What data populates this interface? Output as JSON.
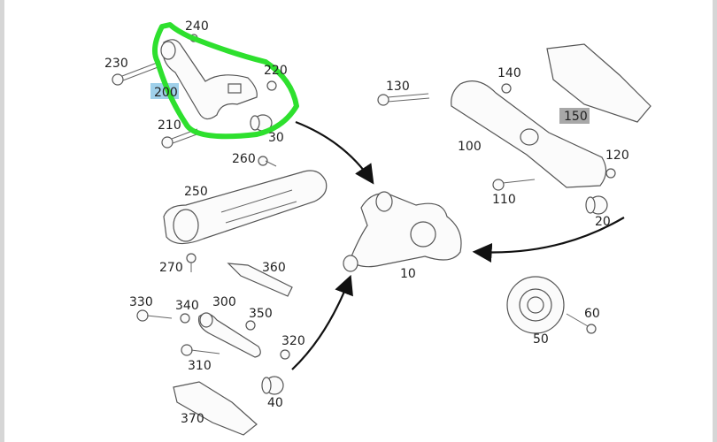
{
  "diagram": {
    "highlight_color": "#2ee02e",
    "callouts": [
      {
        "id": "240",
        "text": "240"
      },
      {
        "id": "230",
        "text": "230"
      },
      {
        "id": "200",
        "text": "200",
        "highlight": "#9fd0ea"
      },
      {
        "id": "220",
        "text": "220"
      },
      {
        "id": "210",
        "text": "210"
      },
      {
        "id": "30",
        "text": "30"
      },
      {
        "id": "260",
        "text": "260"
      },
      {
        "id": "250",
        "text": "250"
      },
      {
        "id": "270",
        "text": "270"
      },
      {
        "id": "360",
        "text": "360"
      },
      {
        "id": "330",
        "text": "330"
      },
      {
        "id": "340",
        "text": "340"
      },
      {
        "id": "300",
        "text": "300"
      },
      {
        "id": "350",
        "text": "350"
      },
      {
        "id": "320",
        "text": "320"
      },
      {
        "id": "310",
        "text": "310"
      },
      {
        "id": "370",
        "text": "370"
      },
      {
        "id": "40",
        "text": "40"
      },
      {
        "id": "10",
        "text": "10"
      },
      {
        "id": "130",
        "text": "130"
      },
      {
        "id": "140",
        "text": "140"
      },
      {
        "id": "150",
        "text": "150",
        "highlight": "#a8a8a8"
      },
      {
        "id": "100",
        "text": "100"
      },
      {
        "id": "120",
        "text": "120"
      },
      {
        "id": "110",
        "text": "110"
      },
      {
        "id": "20",
        "text": "20"
      },
      {
        "id": "60",
        "text": "60"
      },
      {
        "id": "50",
        "text": "50"
      }
    ]
  }
}
